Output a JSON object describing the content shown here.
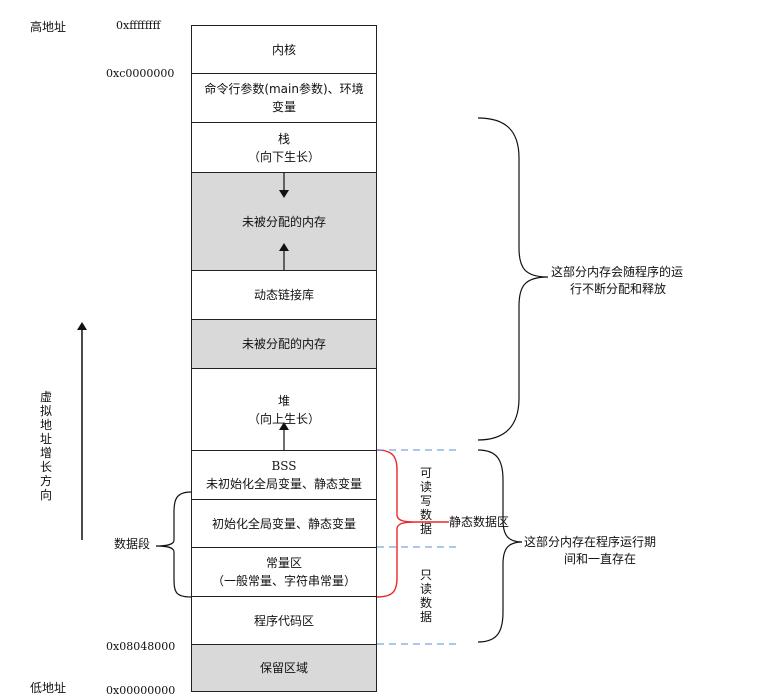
{
  "labels": {
    "high_address": "高地址",
    "low_address": "低地址",
    "growth_direction": "虚拟地址增长方向",
    "data_segment": "数据段",
    "readwrite": "可读写数据",
    "readonly": "只读数据",
    "static_data": "静态数据区",
    "dynamic_note_1": "这部分内存会随程序的运",
    "dynamic_note_2": "行不断分配和释放",
    "static_note_1": "这部分内存在程序运行期",
    "static_note_2": "间和一直存在"
  },
  "addresses": {
    "top": "0xffffffff",
    "kernel_start": "0xc0000000",
    "code_start": "0x08048000",
    "bottom": "0x00000000"
  },
  "segments": {
    "kernel": {
      "line1": "内核"
    },
    "args": {
      "line1": "命令行参数(main参数)、环境",
      "line2": "变量"
    },
    "stack": {
      "line1": "栈",
      "line2": "（向下生长）"
    },
    "unalloc1": {
      "line1": "未被分配的内存"
    },
    "dynlib": {
      "line1": "动态链接库"
    },
    "unalloc2": {
      "line1": "未被分配的内存"
    },
    "heap": {
      "line1": "堆",
      "line2": "（向上生长）"
    },
    "bss": {
      "line1": "BSS",
      "line2": "未初始化全局变量、静态变量"
    },
    "data": {
      "line1": "初始化全局变量、静态变量"
    },
    "rodata": {
      "line1": "常量区",
      "line2": "（一般常量、字符串常量）"
    },
    "text": {
      "line1": "程序代码区"
    },
    "reserved": {
      "line1": "保留区域"
    }
  },
  "colors": {
    "gray_fill": "#d9d9d9",
    "line": "#222222",
    "red_bracket": "#e8282a",
    "blue_dash": "#5b8fd6"
  }
}
